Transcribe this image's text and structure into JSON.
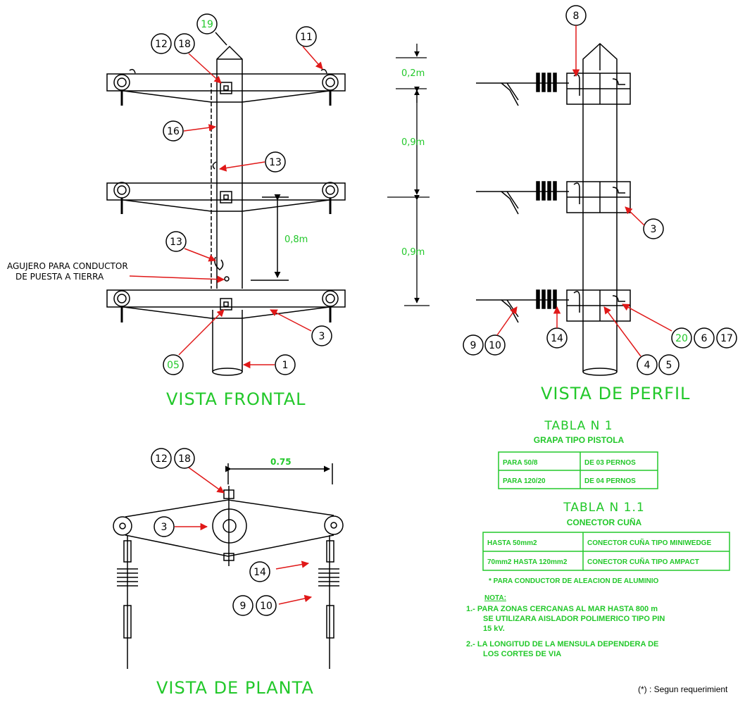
{
  "views": {
    "front": "VISTA  FRONTAL",
    "profile": "VISTA  DE  PERFIL",
    "plan": "VISTA  DE  PLANTA"
  },
  "front": {
    "callouts": {
      "c19": "19",
      "c12": "12",
      "c18": "18",
      "c11": "11",
      "c16": "16",
      "c13a": "13",
      "c13b": "13",
      "c3": "3",
      "c05": "05",
      "c1": "1"
    },
    "ground_hole_line1": "AGUJERO PARA CONDUCTOR",
    "ground_hole_line2": "DE PUESTA A TIERRA",
    "dim_inner": "0,8m"
  },
  "dims": {
    "top": "0,2m",
    "mid": "0,9m",
    "bottom": "0,9m"
  },
  "profile": {
    "callouts": {
      "c8": "8",
      "c3": "3",
      "c9": "9",
      "c10": "10",
      "c14": "14",
      "c4": "4",
      "c5": "5",
      "c20": "20",
      "c6": "6",
      "c17": "17"
    }
  },
  "plan": {
    "callouts": {
      "c12": "12",
      "c18": "18",
      "c3": "3",
      "c14": "14",
      "c9": "9",
      "c10": "10"
    },
    "dim": "0.75"
  },
  "table1": {
    "title": "TABLA  N  1",
    "subtitle": "GRAPA TIPO PISTOLA",
    "rows": [
      [
        "PARA 50/8",
        "DE 03 PERNOS"
      ],
      [
        "PARA 120/20",
        "DE 04 PERNOS"
      ]
    ]
  },
  "table2": {
    "title": "TABLA  N  1.1",
    "subtitle": "CONECTOR  CUÑA",
    "rows": [
      [
        "HASTA 50mm2",
        "CONECTOR CUÑA TIPO MINIWEDGE"
      ],
      [
        "70mm2 HASTA 120mm2",
        "CONECTOR CUÑA TIPO AMPACT"
      ]
    ],
    "footnote": "* PARA CONDUCTOR DE ALEACION DE ALUMINIO"
  },
  "notes": {
    "heading": "NOTA:",
    "n1_line1": "1.- PARA ZONAS CERCANAS AL MAR HASTA 800 m",
    "n1_line2": "SE UTILIZARA AISLADOR POLIMERICO TIPO PIN",
    "n1_line3": "15 kV.",
    "n2_line1": "2.- LA LONGITUD DE LA MENSULA DEPENDERA DE",
    "n2_line2": "LOS CORTES DE VIA"
  },
  "corner_note": "(*) : Segun requerimient",
  "colors": {
    "line": "#000000",
    "accent_green": "#22c82a",
    "arrow_red": "#e01818"
  }
}
